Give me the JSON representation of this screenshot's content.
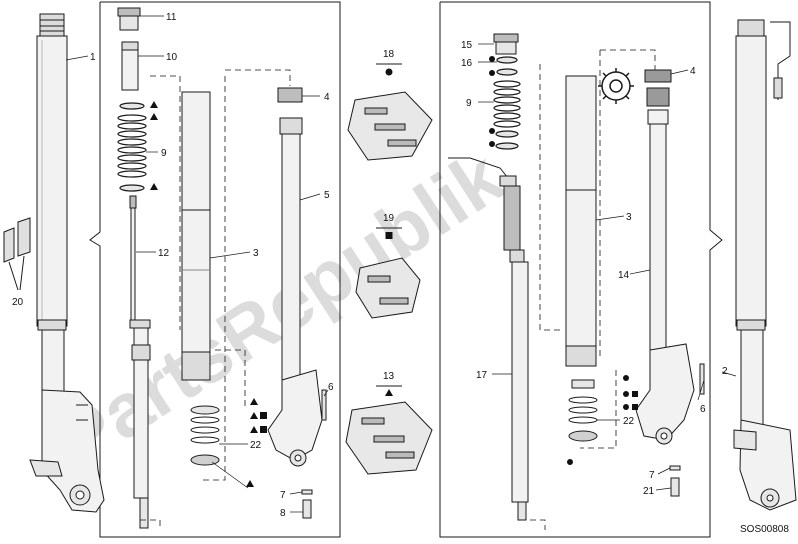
{
  "diagram": {
    "code": "SOS00808",
    "watermark": "PartsRepublik",
    "colors": {
      "line": "#1a1a1a",
      "part_fill": "#f2f2f2",
      "shade": "#bdbdbd",
      "watermark": "#d9d9d9"
    },
    "callouts": {
      "p1": "1",
      "p20": "20",
      "p11": "11",
      "p10": "10",
      "p9a": "9",
      "p12": "12",
      "p3a": "3",
      "p4a": "4",
      "p5": "5",
      "p6a": "6",
      "p22a": "22",
      "p7a": "7",
      "p8": "8",
      "p18": "18",
      "p19": "19",
      "p13": "13",
      "p15": "15",
      "p16": "16",
      "p9b": "9",
      "p3b": "3",
      "p4b": "4",
      "p14": "14",
      "p17": "17",
      "p22b": "22",
      "p6b": "6",
      "p7b": "7",
      "p21": "21",
      "p2": "2"
    },
    "kits": {
      "k18": {
        "symbol": "circle"
      },
      "k19": {
        "symbol": "square"
      },
      "k13": {
        "symbol": "triangle"
      }
    },
    "icons": {
      "service_kit": "gear-icon"
    }
  }
}
